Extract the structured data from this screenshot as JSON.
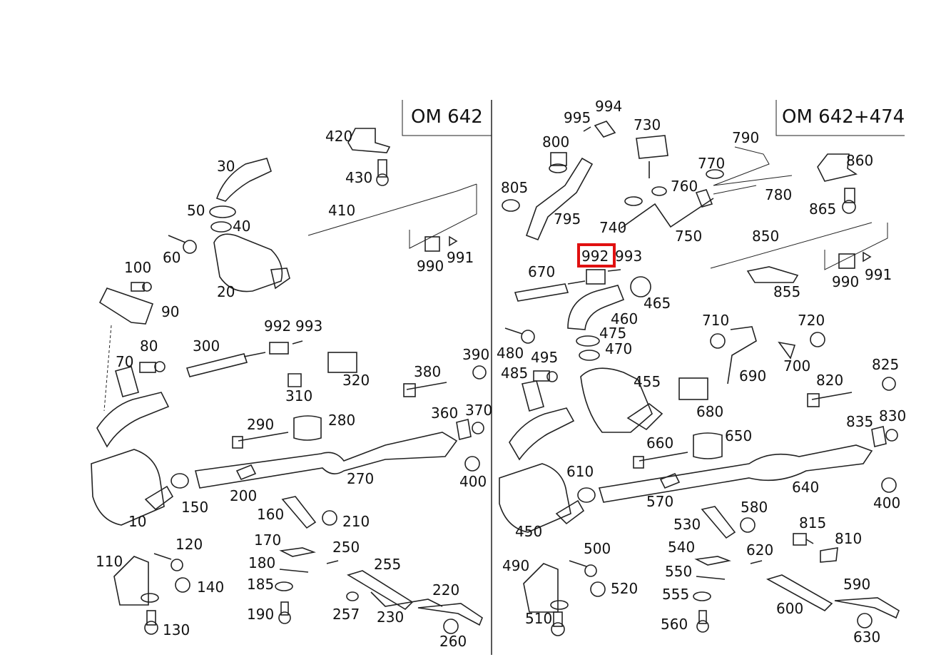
{
  "diagram": {
    "left_header": "OM 642",
    "right_header": "OM 642+474",
    "highlight_color": "#e01010",
    "highlighted_part": "992",
    "left_parts": [
      "420",
      "430",
      "410",
      "30",
      "50",
      "40",
      "60",
      "20",
      "100",
      "90",
      "990",
      "991",
      "992",
      "993",
      "300",
      "310",
      "320",
      "80",
      "70",
      "380",
      "390",
      "360",
      "370",
      "290",
      "280",
      "270",
      "400",
      "200",
      "210",
      "160",
      "150",
      "10",
      "170",
      "180",
      "185",
      "190",
      "250",
      "255",
      "257",
      "230",
      "220",
      "260",
      "120",
      "110",
      "140",
      "130"
    ],
    "right_parts": [
      "994",
      "995",
      "730",
      "800",
      "790",
      "770",
      "760",
      "805",
      "795",
      "740",
      "750",
      "780",
      "860",
      "865",
      "850",
      "993",
      "670",
      "475",
      "480",
      "495",
      "485",
      "465",
      "460",
      "470",
      "455",
      "710",
      "720",
      "690",
      "700",
      "855",
      "990",
      "991",
      "825",
      "820",
      "830",
      "835",
      "680",
      "650",
      "660",
      "610",
      "640",
      "400",
      "570",
      "580",
      "530",
      "540",
      "550",
      "555",
      "560",
      "450",
      "500",
      "490",
      "520",
      "510",
      "815",
      "810",
      "620",
      "590",
      "600",
      "630"
    ]
  }
}
